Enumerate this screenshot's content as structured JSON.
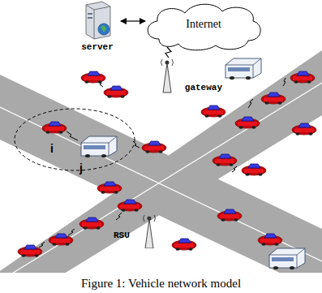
{
  "diagram": {
    "caption": "Figure 1: Vehicle network model",
    "nodes": [
      {
        "text": [
          "server"
        ]
      },
      {
        "text": [
          "Internet"
        ]
      },
      {
        "text": [
          "gateway"
        ]
      },
      {
        "text": [
          "RSU"
        ]
      }
    ],
    "edges": [
      {
        "from": 0,
        "to": 1,
        "arrow": "both"
      },
      {
        "from": 1,
        "to": 2,
        "arrow": "none"
      }
    ],
    "labels": [
      "i",
      "j"
    ]
  }
}
